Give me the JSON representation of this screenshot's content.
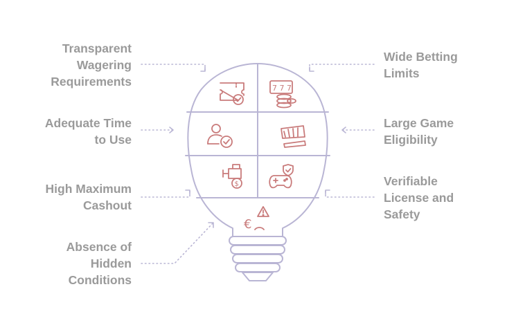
{
  "colors": {
    "outline": "#b9b5d4",
    "icon": "#c97b7b",
    "text": "#9a9a9a"
  },
  "items": [
    {
      "id": "transparent-wagering",
      "side": "left",
      "text": "Transparent\nWagering\nRequirements",
      "icon": "ticket-check-icon"
    },
    {
      "id": "adequate-time",
      "side": "left",
      "text": "Adequate Time\nto Use",
      "icon": "user-check-icon"
    },
    {
      "id": "high-cashout",
      "side": "left",
      "text": "High Maximum\nCashout",
      "icon": "cash-machine-icon"
    },
    {
      "id": "absence-hidden",
      "side": "left",
      "text": "Absence of\nHidden\nConditions",
      "icon": "euro-warning-icon"
    },
    {
      "id": "wide-betting",
      "side": "right",
      "text": "Wide Betting\nLimits",
      "icon": "slot-coins-icon"
    },
    {
      "id": "large-game",
      "side": "right",
      "text": "Large Game\nEligibility",
      "icon": "game-cards-icon"
    },
    {
      "id": "verifiable-license",
      "side": "right",
      "text": "Verifiable\nLicense and\nSafety",
      "icon": "gamepad-shield-icon"
    }
  ]
}
